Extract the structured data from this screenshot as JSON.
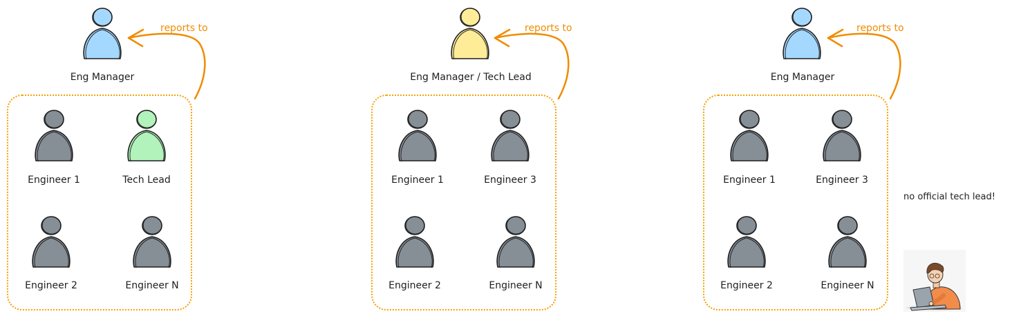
{
  "colors": {
    "engineer": "#868e96",
    "manager": "#a5d8ff",
    "manager_techlead": "#ffec99",
    "techlead": "#b2f2bb",
    "accent": "#f08c00"
  },
  "panels": [
    {
      "manager_label": "Eng Manager",
      "manager_color": "manager",
      "reports_to": "reports to",
      "members": [
        {
          "label": "Engineer 1",
          "color": "engineer"
        },
        {
          "label": "Tech Lead",
          "color": "techlead"
        },
        {
          "label": "Engineer 2",
          "color": "engineer"
        },
        {
          "label": "Engineer N",
          "color": "engineer"
        }
      ]
    },
    {
      "manager_label": "Eng Manager / Tech Lead",
      "manager_color": "manager_techlead",
      "reports_to": "reports to",
      "members": [
        {
          "label": "Engineer 1",
          "color": "engineer"
        },
        {
          "label": "Engineer 3",
          "color": "engineer"
        },
        {
          "label": "Engineer 2",
          "color": "engineer"
        },
        {
          "label": "Engineer N",
          "color": "engineer"
        }
      ]
    },
    {
      "manager_label": "Eng Manager",
      "manager_color": "manager",
      "reports_to": "reports to",
      "members": [
        {
          "label": "Engineer 1",
          "color": "engineer"
        },
        {
          "label": "Engineer 3",
          "color": "engineer"
        },
        {
          "label": "Engineer 2",
          "color": "engineer"
        },
        {
          "label": "Engineer N",
          "color": "engineer"
        }
      ]
    }
  ],
  "note": "no official tech lead!",
  "illustration_icon": "developer-at-laptop-icon"
}
